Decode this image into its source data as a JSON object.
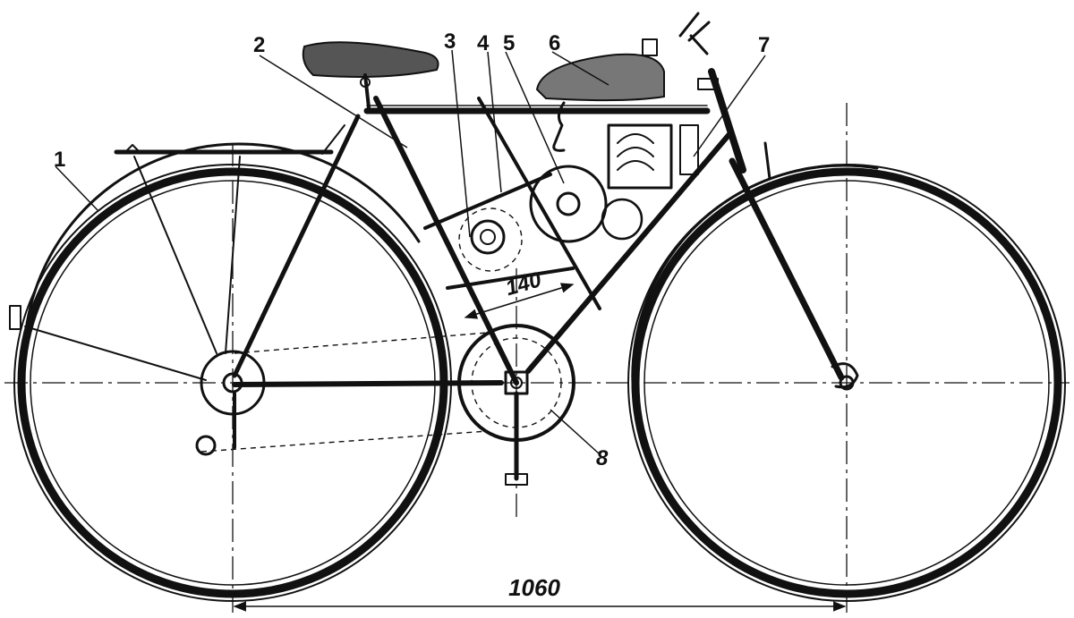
{
  "callouts": [
    "1",
    "2",
    "3",
    "4",
    "5",
    "6",
    "7",
    "8"
  ],
  "dimensions": {
    "wheelbase": "1060",
    "drive_center": "140"
  }
}
